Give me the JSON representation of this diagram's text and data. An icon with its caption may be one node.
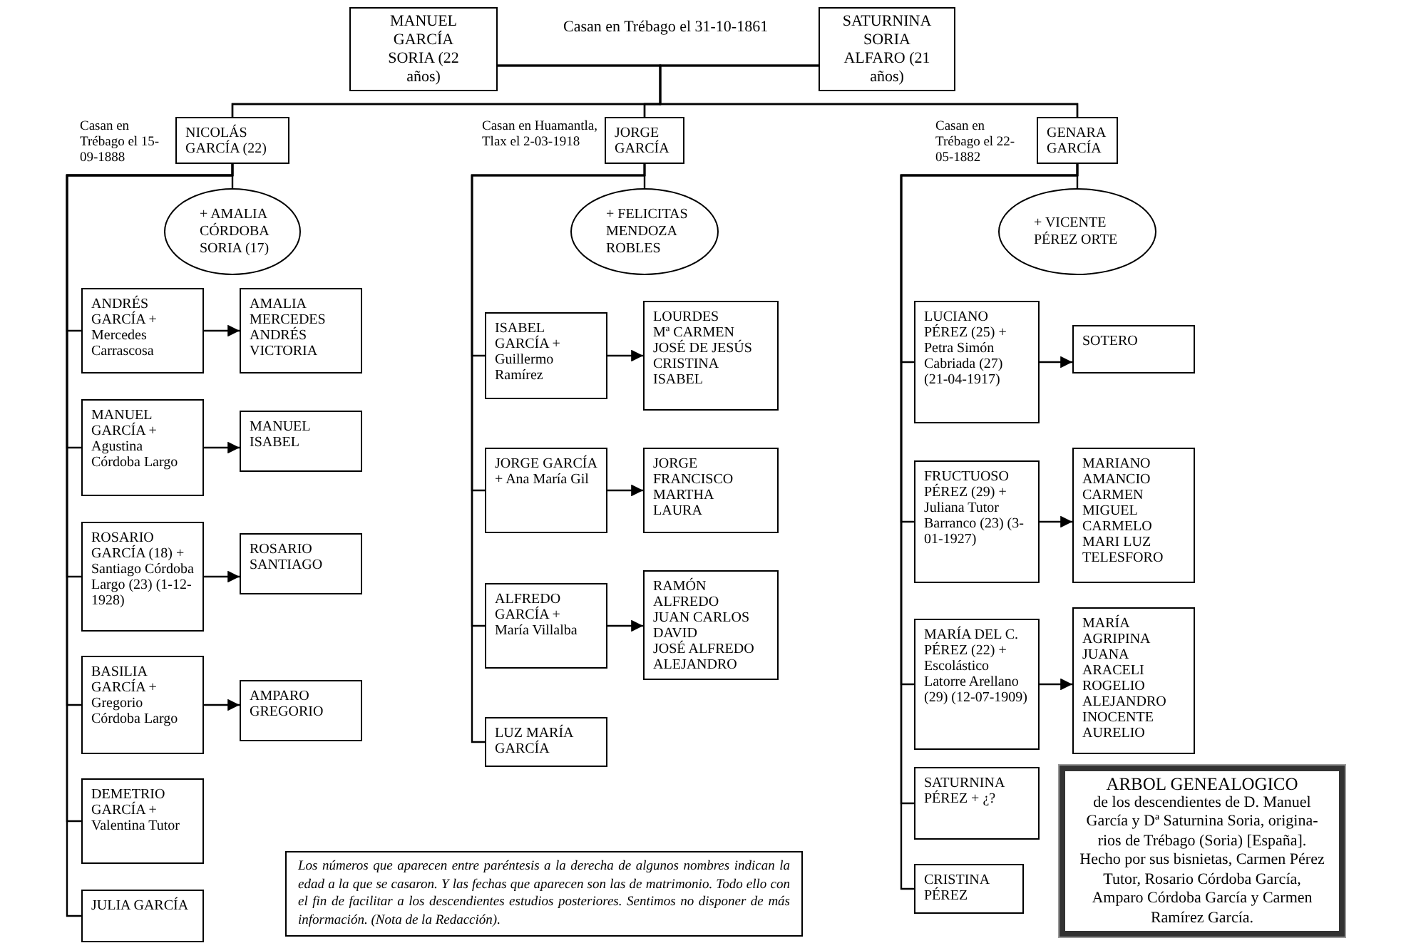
{
  "diagram": {
    "nodes": [
      {
        "text": [
          "MANUEL GARCÍA SORIA (22 años)"
        ]
      },
      {
        "text": [
          "SATURNINA SORIA ALFARO (21 años)"
        ]
      },
      {
        "text": [
          "NICOLÁS GARCÍA (22)"
        ],
        "beside": [
          "Casan en Trébago el 15-09-1888"
        ]
      },
      {
        "text": [
          "+ AMALIA CÓRDOBA SORIA (17)"
        ]
      },
      {
        "text": [
          "JORGE GARCÍA"
        ],
        "beside": [
          "Casan en Huamantla, Tlax el 2-03-1918"
        ]
      },
      {
        "text": [
          "+ FELICITAS MENDOZA ROBLES"
        ]
      },
      {
        "text": [
          "GENARA GARCÍA"
        ],
        "beside": [
          "Casan en Trébago el 22-05-1882"
        ]
      },
      {
        "text": [
          "+ VICENTE PÉREZ ORTE"
        ]
      },
      {
        "text": [
          "ANDRÉS GARCÍA + Mercedes Carrascosa"
        ]
      },
      {
        "text": [
          "AMALIA",
          "MERCEDES",
          "ANDRÉS",
          "VICTORIA"
        ]
      },
      {
        "text": [
          "MANUEL GARCÍA + Agustina Córdoba Largo"
        ]
      },
      {
        "text": [
          "MANUEL",
          "ISABEL"
        ]
      },
      {
        "text": [
          "ROSARIO GARCÍA (18) + Santiago Córdoba Largo (23) (1-12-1928)"
        ]
      },
      {
        "text": [
          "ROSARIO",
          "SANTIAGO"
        ]
      },
      {
        "text": [
          "BASILIA GARCÍA + Gregorio Córdoba Largo"
        ]
      },
      {
        "text": [
          "AMPARO",
          "GREGORIO"
        ]
      },
      {
        "text": [
          "DEMETRIO GARCÍA + Valentina Tutor"
        ]
      },
      {
        "text": [
          "JULIA GARCÍA"
        ]
      },
      {
        "text": [
          "ISABEL GARCÍA + Guillermo Ramírez"
        ]
      },
      {
        "text": [
          "LOURDES",
          "Mª CARMEN",
          "JOSÉ DE JESÚS",
          "CRISTINA",
          "ISABEL"
        ]
      },
      {
        "text": [
          "JORGE GARCÍA + Ana María Gil"
        ]
      },
      {
        "text": [
          "JORGE",
          "FRANCISCO",
          "MARTHA",
          "LAURA"
        ]
      },
      {
        "text": [
          "ALFREDO GARCÍA + María Villalba"
        ]
      },
      {
        "text": [
          "RAMÓN",
          "ALFREDO",
          "JUAN CARLOS",
          "DAVID",
          "JOSÉ ALFREDO",
          "ALEJANDRO"
        ]
      },
      {
        "text": [
          "LUZ MARÍA GARCÍA"
        ]
      },
      {
        "text": [
          "LUCIANO PÉREZ (25) + Petra Simón Cabriada (27) (21-04-1917)"
        ]
      },
      {
        "text": [
          "SOTERO"
        ]
      },
      {
        "text": [
          "FRUCTUOSO PÉREZ (29) + Juliana Tutor Barranco (23) (3-01-1927)"
        ]
      },
      {
        "text": [
          "MARIANO",
          "AMANCIO",
          "CARMEN",
          "MIGUEL",
          "CARMELO",
          "MARI LUZ",
          "TELESFORO"
        ]
      },
      {
        "text": [
          "MARÍA DEL C. PÉREZ (22) + Escolástico Latorre Arellano (29) (12-07-1909)"
        ]
      },
      {
        "text": [
          "MARÍA",
          "AGRIPINA",
          "JUANA",
          "ARACELI",
          "ROGELIO",
          "ALEJANDRO",
          "INOCENTE",
          "AURELIO"
        ]
      },
      {
        "text": [
          "SATURNINA PÉREZ + ¿?"
        ]
      },
      {
        "text": [
          "CRISTINA PÉREZ"
        ]
      },
      {
        "text": [
          "Los números que aparecen entre paréntesis a la derecha de algunos nombres indican la edad a la  que se casaron. Y las fechas que aparecen son las de matrimonio. Todo ello con el fin de facilitar a los descendientes estudios posteriores. Sentimos no disponer de más información. (Nota de la Redacción)."
        ]
      },
      {
        "text": [
          "ARBOL GENEALOGICO",
          "de los descendientes de D. Manuel García y Dª Saturnina Soria, origina-rios de Trébago (Soria) [España]. Hecho por sus bisnietas, Carmen Pérez Tutor, Rosario Córdoba García, Amparo Córdoba García y Carmen Ramírez García."
        ]
      }
    ],
    "edges": [
      {
        "from": 0,
        "to": 1,
        "arrow": "none",
        "label": "Casan en Trébago el 31-10-1861"
      },
      {
        "from": 0,
        "to": 2,
        "arrow": "none"
      },
      {
        "from": 0,
        "to": 4,
        "arrow": "none"
      },
      {
        "from": 0,
        "to": 6,
        "arrow": "none"
      },
      {
        "from": 1,
        "to": 2,
        "arrow": "none"
      },
      {
        "from": 1,
        "to": 4,
        "arrow": "none"
      },
      {
        "from": 1,
        "to": 6,
        "arrow": "none"
      },
      {
        "from": 2,
        "to": 3,
        "arrow": "none"
      },
      {
        "from": 4,
        "to": 5,
        "arrow": "none"
      },
      {
        "from": 6,
        "to": 7,
        "arrow": "none"
      },
      {
        "from": 2,
        "to": 8,
        "arrow": "none"
      },
      {
        "from": 2,
        "to": 10,
        "arrow": "none"
      },
      {
        "from": 2,
        "to": 12,
        "arrow": "none"
      },
      {
        "from": 2,
        "to": 14,
        "arrow": "none"
      },
      {
        "from": 2,
        "to": 16,
        "arrow": "none"
      },
      {
        "from": 2,
        "to": 17,
        "arrow": "none"
      },
      {
        "from": 4,
        "to": 18,
        "arrow": "none"
      },
      {
        "from": 4,
        "to": 20,
        "arrow": "none"
      },
      {
        "from": 4,
        "to": 22,
        "arrow": "none"
      },
      {
        "from": 4,
        "to": 24,
        "arrow": "none"
      },
      {
        "from": 6,
        "to": 25,
        "arrow": "none"
      },
      {
        "from": 6,
        "to": 27,
        "arrow": "none"
      },
      {
        "from": 6,
        "to": 29,
        "arrow": "none"
      },
      {
        "from": 6,
        "to": 31,
        "arrow": "none"
      },
      {
        "from": 6,
        "to": 32,
        "arrow": "none"
      },
      {
        "from": 8,
        "to": 9,
        "arrow": "to"
      },
      {
        "from": 10,
        "to": 11,
        "arrow": "to"
      },
      {
        "from": 12,
        "to": 13,
        "arrow": "to"
      },
      {
        "from": 14,
        "to": 15,
        "arrow": "to"
      },
      {
        "from": 18,
        "to": 19,
        "arrow": "to"
      },
      {
        "from": 20,
        "to": 21,
        "arrow": "to"
      },
      {
        "from": 22,
        "to": 23,
        "arrow": "to"
      },
      {
        "from": 25,
        "to": 26,
        "arrow": "to"
      },
      {
        "from": 27,
        "to": 28,
        "arrow": "to"
      },
      {
        "from": 29,
        "to": 30,
        "arrow": "to"
      }
    ]
  }
}
